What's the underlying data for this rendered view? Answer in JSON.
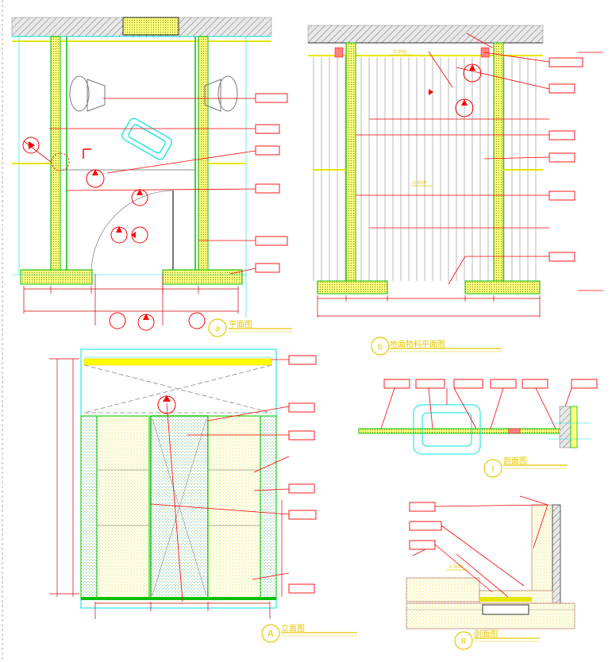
{
  "titles": {
    "plan_a": {
      "marker": "a",
      "label": "平面图"
    },
    "plan_b": {
      "marker": "b",
      "label": "地面物料平面图"
    },
    "elevation_A": {
      "marker": "A",
      "label": "立面图"
    },
    "section_I": {
      "marker": "I",
      "label": "剖面图"
    },
    "section_II": {
      "marker": "II",
      "label": "剖面图"
    }
  },
  "level_marks": {
    "plan_b_top": "0.000",
    "plan_b_center": "0.000",
    "section_II": "0.000"
  },
  "colors": {
    "annotation": "#ff0000",
    "outline": "#00e0e0",
    "fill": "#ffff00",
    "wall": "#00c000",
    "hatch": "#808080",
    "text": "#e6c800"
  }
}
